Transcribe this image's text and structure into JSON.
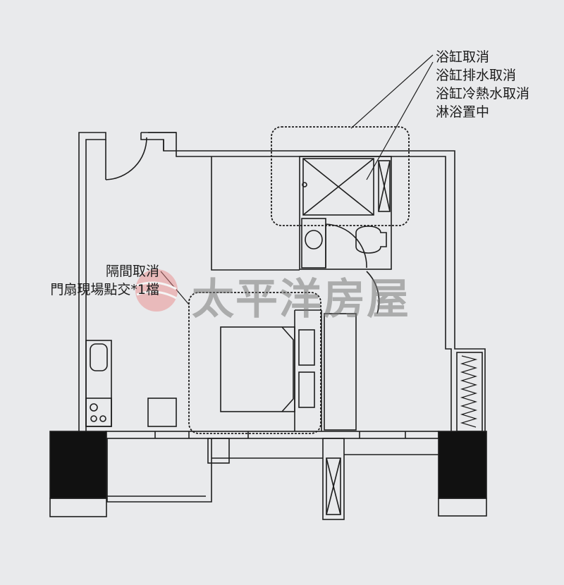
{
  "annotations": {
    "bathroom": [
      "浴缸取消",
      "浴缸排水取消",
      "浴缸冷熱水取消",
      "淋浴置中"
    ],
    "partition": [
      "隔間取消",
      "門扇現場點交*1檔"
    ]
  },
  "watermark": {
    "text": "太平洋房屋",
    "logo_color": "#e88080"
  },
  "colors": {
    "paper": "#e9eaec",
    "line": "#1e1e1e"
  }
}
